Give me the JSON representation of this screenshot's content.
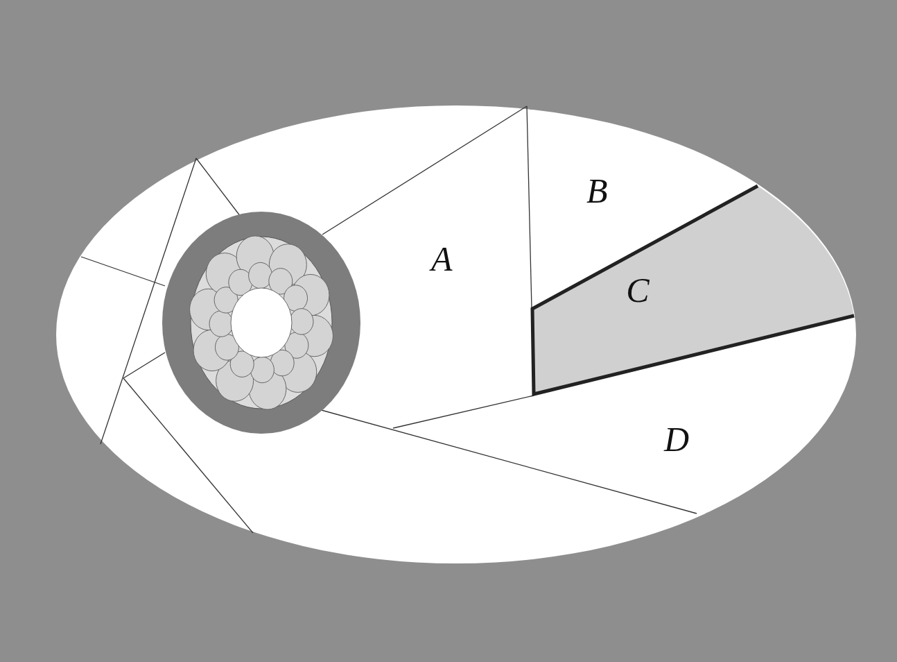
{
  "diagram": {
    "nodes": [
      {
        "text": [
          "C"
        ]
      }
    ],
    "labels": [
      "A",
      "B",
      "D"
    ]
  }
}
